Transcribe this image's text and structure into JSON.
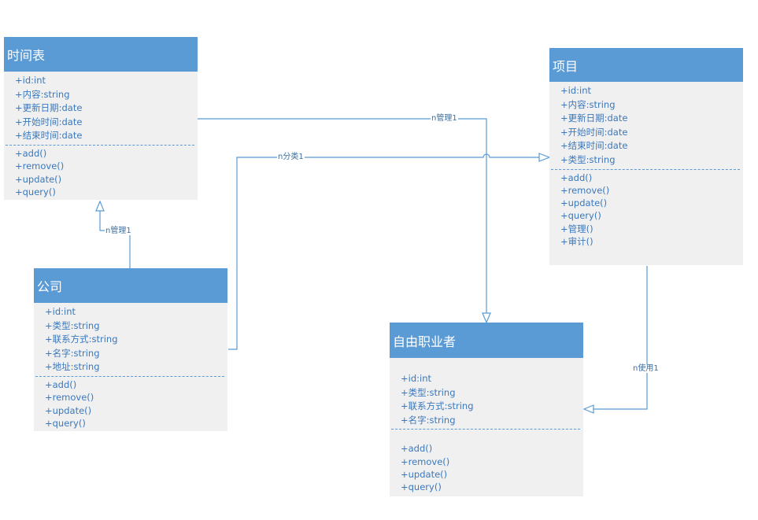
{
  "classes": {
    "timetable": {
      "name": "时间表",
      "attributes": [
        "+id:int",
        "+内容:string",
        "+更新日期:date",
        "+开始时间:date",
        "+结束时间:date"
      ],
      "methods": [
        "+add()",
        "+remove()",
        "+update()",
        "+query()"
      ]
    },
    "project": {
      "name": "项目",
      "attributes": [
        "+id:int",
        "+内容:string",
        "+更新日期:date",
        "+开始时间:date",
        "+结束时间:date",
        "+类型:string"
      ],
      "methods": [
        "+add()",
        "+remove()",
        "+update()",
        "+query()",
        "+管理()",
        "+审计()"
      ]
    },
    "company": {
      "name": "公司",
      "attributes": [
        "+id:int",
        "+类型:string",
        "+联系方式:string",
        "+名字:string",
        "+地址:string"
      ],
      "methods": [
        "+add()",
        "+remove()",
        "+update()",
        "+query()"
      ]
    },
    "freelancer": {
      "name": "自由职业者",
      "attributes": [
        "+id:int",
        "+类型:string",
        "+联系方式:string",
        "+名字:string"
      ],
      "methods": [
        "+add()",
        "+remove()",
        "+update()",
        "+query()"
      ]
    }
  },
  "relations": {
    "timetable_freelancer": "n管理1",
    "company_project": "n分类1",
    "company_timetable": "n管理1",
    "project_freelancer": "n使用1"
  },
  "colors": {
    "header": "#5b9bd5",
    "body": "#f0f0f0",
    "text": "#3a78bd",
    "line": "#5b9bd5"
  }
}
